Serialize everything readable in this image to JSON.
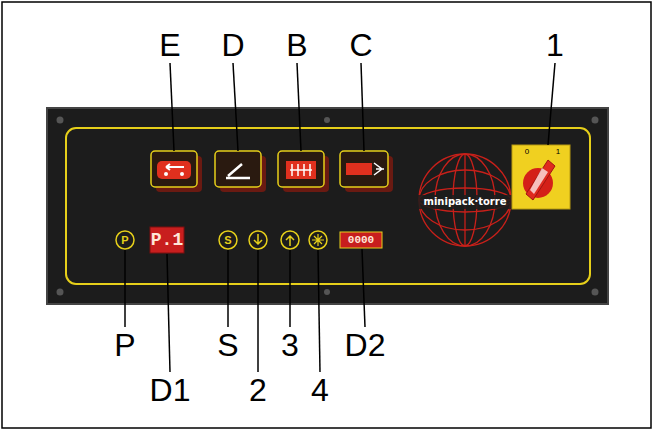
{
  "diagram": {
    "labels": [
      "E",
      "D",
      "B",
      "C",
      "1",
      "P",
      "D1",
      "S",
      "2",
      "3",
      "4",
      "D2",
      "P.1",
      "0000",
      "minipack·torre",
      "0",
      "1",
      "P",
      "S"
    ]
  }
}
